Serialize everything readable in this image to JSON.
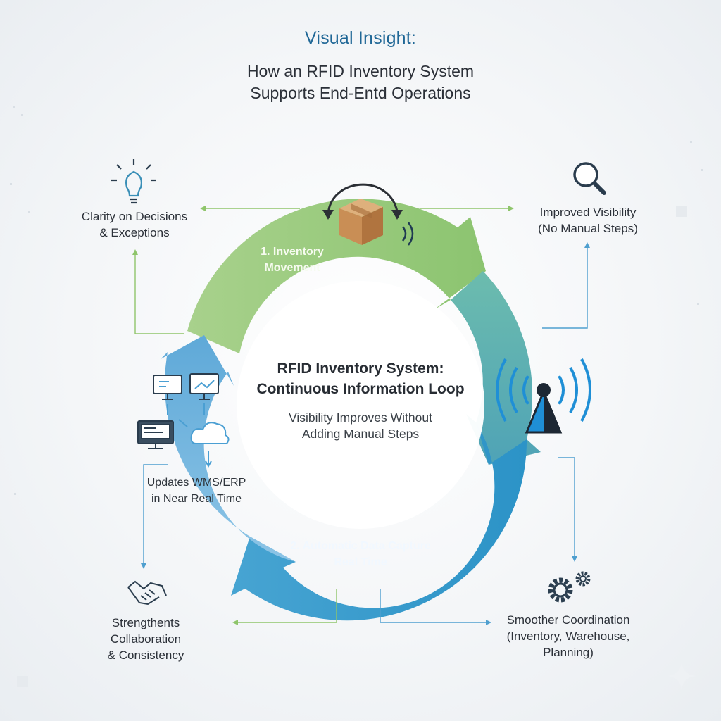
{
  "header": {
    "title": "Visual Insight:",
    "subtitle_line1": "How an RFID Inventory System",
    "subtitle_line2": "Supports End-Entd Operations"
  },
  "center": {
    "title_line1": "RFID Inventory System:",
    "title_line2": "Continuous Information Loop",
    "subtitle_line1": "Visibility Improves Without",
    "subtitle_line2": "Adding Manual Steps"
  },
  "stages": {
    "inventory": {
      "line1": "1. Inventory",
      "line2": "Movement"
    },
    "capture": {
      "line1": "2. Automatic Data Capture",
      "line2": "Real Time"
    },
    "wms": {
      "line1": "Updates WMS/ERP",
      "line2": "in Near Real Time"
    }
  },
  "features": {
    "clarity": {
      "line1": "Clarity on Decisions",
      "line2": "& Exceptions",
      "icon": "lightbulb-icon"
    },
    "visibility": {
      "line1": "Improved Visibility",
      "line2": "(No Manual Steps)",
      "icon": "magnifier-icon"
    },
    "collaboration": {
      "line1": "Strengthents",
      "line2": "Collaboration",
      "line3": "& Consistency",
      "icon": "handshake-icon"
    },
    "coordination": {
      "line1": "Smoother Coordination",
      "line2": "(Inventory, Warehouse,",
      "line3": "Planning)",
      "icon": "gears-icon"
    }
  },
  "colors": {
    "accent_title": "#1f6796",
    "green_arc": "#98c97a",
    "teal_arc": "#5fb3a8",
    "blue_arc": "#2f97c9",
    "light_blue_arc": "#6fb3dc",
    "connector_green": "#8fc56b",
    "connector_blue": "#4f9fcf",
    "icon_dark": "#2c3f50",
    "rfid_blue": "#1f8fd6",
    "box_brown": "#c98e55"
  }
}
